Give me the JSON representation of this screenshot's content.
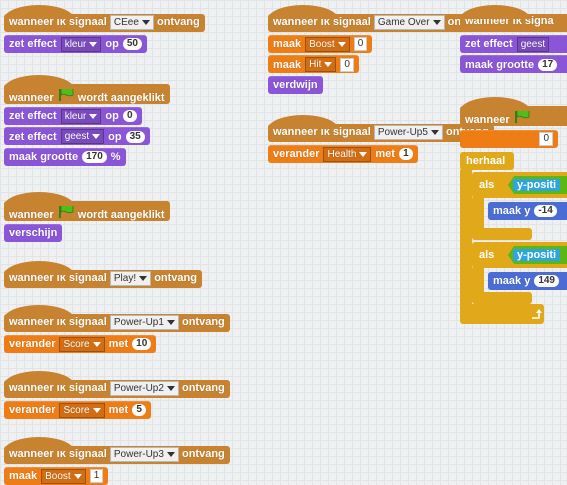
{
  "colors": {
    "events": "#c88330",
    "looks": "#8a55d7",
    "data": "#ee7d16",
    "control": "#e1a91a",
    "motion": "#4a6cd4",
    "operators": "#5cb712",
    "canvas": "#eef0f1"
  },
  "scripts": {
    "s1": {
      "hat": {
        "pre": "wanneer ik signaal",
        "dropdown": "CEee",
        "post": "ontvang"
      },
      "b1": {
        "pre": "zet effect",
        "dropdown": "kleur",
        "mid": "op",
        "value": "50"
      }
    },
    "s2": {
      "hat": {
        "pre": "wanneer",
        "icon": "green-flag-icon",
        "post": "wordt aangeklikt"
      },
      "b1": {
        "pre": "zet effect",
        "dropdown": "kleur",
        "mid": "op",
        "value": "0"
      },
      "b2": {
        "pre": "zet effect",
        "dropdown": "geest",
        "mid": "op",
        "value": "35"
      },
      "b3": {
        "pre": "maak grootte",
        "value": "170",
        "post": "%"
      }
    },
    "s3": {
      "hat": {
        "pre": "wanneer",
        "icon": "green-flag-icon",
        "post": "wordt aangeklikt"
      },
      "b1": {
        "label": "verschijn"
      }
    },
    "s4": {
      "hat": {
        "pre": "wanneer ik signaal",
        "dropdown": "Play!",
        "post": "ontvang"
      }
    },
    "s5": {
      "hat": {
        "pre": "wanneer ik signaal",
        "dropdown": "Power-Up1",
        "post": "ontvang"
      },
      "b1": {
        "pre": "verander",
        "dropdown": "Score",
        "mid": "met",
        "value": "10"
      }
    },
    "s6": {
      "hat": {
        "pre": "wanneer ik signaal",
        "dropdown": "Power-Up2",
        "post": "ontvang"
      },
      "b1": {
        "pre": "verander",
        "dropdown": "Score",
        "mid": "met",
        "value": "5"
      }
    },
    "s7": {
      "hat": {
        "pre": "wanneer ik signaal",
        "dropdown": "Power-Up3",
        "post": "ontvang"
      },
      "b1": {
        "pre": "maak",
        "dropdown": "Boost",
        "value": "1"
      }
    },
    "s8": {
      "hat": {
        "pre": "wanneer ik signaal",
        "dropdown": "Game Over",
        "post": "ontvang"
      },
      "b1": {
        "pre": "maak",
        "dropdown": "Boost",
        "value": "0"
      },
      "b2": {
        "pre": "maak",
        "dropdown": "Hit",
        "value": "0"
      },
      "b3": {
        "label": "verdwijn"
      }
    },
    "s9": {
      "hat": {
        "pre": "wanneer ik signaal",
        "dropdown": "Power-Up5",
        "post": "ontvang"
      },
      "b1": {
        "pre": "verander",
        "dropdown": "Health",
        "mid": "met",
        "value": "1"
      }
    },
    "s10": {
      "hat": {
        "pre": "wanneer ik signa"
      },
      "b1": {
        "pre": "zet effect",
        "dropdown": "geest"
      },
      "b2": {
        "pre": "maak grootte",
        "value": "17"
      }
    },
    "s11": {
      "hat": {
        "pre": "wanneer"
      },
      "b1": {
        "value": "0"
      },
      "loop": {
        "label": "herhaal"
      },
      "if1": {
        "label": "als",
        "cond": "y-positi",
        "inner_pre": "maak y",
        "inner_value": "-14"
      },
      "if2": {
        "label": "als",
        "cond": "y-positi",
        "inner_pre": "maak y",
        "inner_value": "149"
      }
    }
  }
}
